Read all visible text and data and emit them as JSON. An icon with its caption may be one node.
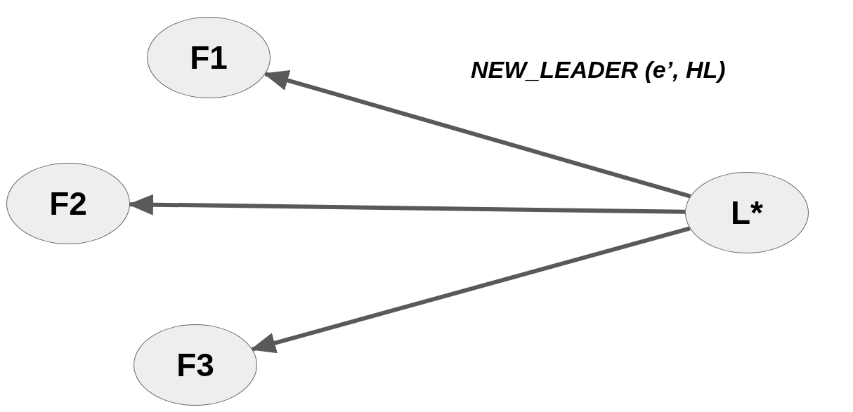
{
  "diagram": {
    "nodes": [
      {
        "text": [
          "F1"
        ]
      },
      {
        "text": [
          "F2"
        ]
      },
      {
        "text": [
          "F3"
        ]
      },
      {
        "text": [
          "L*"
        ]
      }
    ],
    "edges": [
      {
        "from": 3,
        "to": 0,
        "arrow": "to"
      },
      {
        "from": 3,
        "to": 1,
        "arrow": "to"
      },
      {
        "from": 3,
        "to": 2,
        "arrow": "to"
      }
    ],
    "labels": [
      "NEW_LEADER (e’, HL)"
    ]
  }
}
